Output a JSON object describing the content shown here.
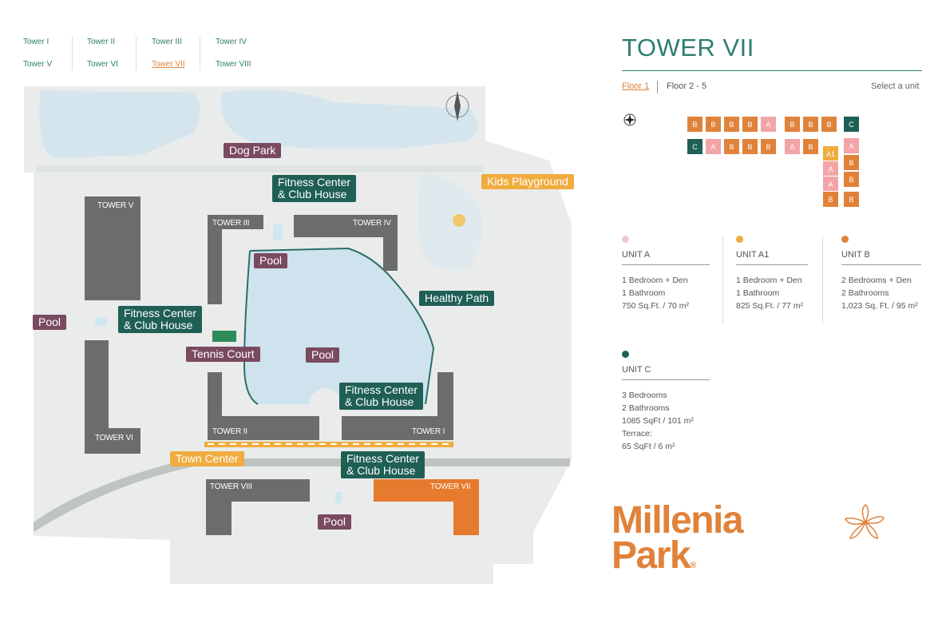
{
  "tower_nav": [
    "Tower I",
    "Tower II",
    "Tower III",
    "Tower IV",
    "Tower V",
    "Tower VI",
    "Tower VII",
    "Tower VIII"
  ],
  "active_tower": "Tower VII",
  "map_labels": {
    "dog_park": "Dog Park",
    "kids_playground": "Kids Playground",
    "fitness_top": [
      "Fitness Center",
      "& Club House"
    ],
    "fitness_left": [
      "Fitness Center",
      "& Club House"
    ],
    "fitness_center": [
      "Fitness Center",
      "& Club House"
    ],
    "fitness_bottom": [
      "Fitness Center",
      "& Club House"
    ],
    "pool_top": "Pool",
    "pool_left": "Pool",
    "pool_center": "Pool",
    "pool_bottom": "Pool",
    "healthy_path": "Healthy Path",
    "tennis_court": "Tennis Court",
    "town_center": "Town Center",
    "tower1": "TOWER I",
    "tower2": "TOWER II",
    "tower3": "TOWER III",
    "tower4": "TOWER IV",
    "tower5": "TOWER V",
    "tower6": "TOWER VI",
    "tower7": "TOWER VII",
    "tower8": "TOWER VIII"
  },
  "panel": {
    "title": "TOWER VII",
    "floor_tabs": [
      "Floor 1",
      "Floor 2 - 5"
    ],
    "active_floor": "Floor 1",
    "select_hint": "Select a unit"
  },
  "floorplan": {
    "row1": [
      "B",
      "B",
      "B",
      "B",
      "A",
      "B",
      "B",
      "B",
      "C"
    ],
    "row2": [
      "C",
      "A",
      "B",
      "B",
      "B",
      "A",
      "B"
    ],
    "col": [
      [
        "A1",
        "A"
      ],
      [
        "A",
        "B"
      ],
      [
        "A",
        "B"
      ],
      [
        "B",
        "B"
      ]
    ]
  },
  "units": [
    {
      "name": "UNIT A",
      "lines": [
        "1 Bedroom + Den",
        "1 Bathroom",
        "750 Sq.Ft. / 70 m²"
      ],
      "color": "#f0c8d2"
    },
    {
      "name": "UNIT A1",
      "lines": [
        "1 Bedroom + Den",
        "1 Bathroom",
        "825 Sq.Ft. / 77 m²"
      ],
      "color": "#f0ac3e"
    },
    {
      "name": "UNIT B",
      "lines": [
        "2 Bedrooms + Den",
        "2 Bathrooms",
        "1,023 Sq. Ft. / 95 m²"
      ],
      "color": "#e0823a"
    },
    {
      "name": "UNIT C",
      "lines": [
        "3 Bedrooms",
        "2 Bathrooms",
        "1085 SqFt / 101 m²",
        "Terrace:",
        "65 SqFt / 6 m²"
      ],
      "color": "#1f5f55"
    }
  ],
  "brand": {
    "line1": "Millenia",
    "line2": "Park",
    "mark": "®"
  },
  "colors": {
    "teal": "#1f5f55",
    "plum": "#7a4a61",
    "gold": "#f0ac3e",
    "orange": "#e0823a",
    "accent": "#2e7d6e"
  }
}
